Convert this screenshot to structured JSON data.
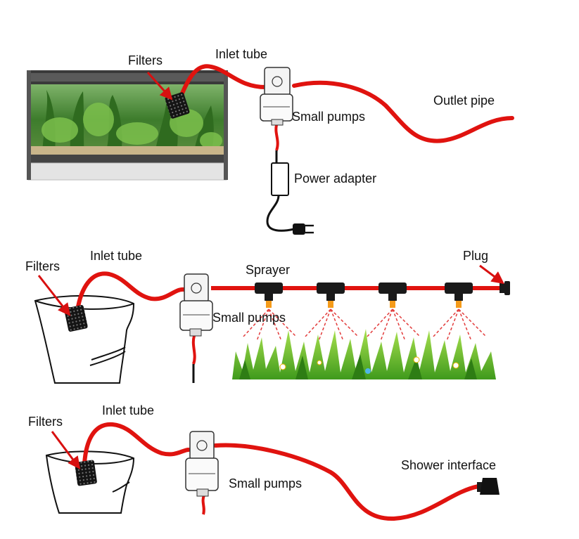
{
  "colors": {
    "tube": "#e0130f",
    "arrow": "#d81010",
    "outline": "#222222",
    "grass_dark": "#3f9a1c",
    "grass_light": "#8fd13a",
    "water_spray": "#e23b3b",
    "cable": "#111111"
  },
  "panel1": {
    "filters_label": "Filters",
    "inlet_label": "Inlet tube",
    "pump_label": "Small pumps",
    "outlet_label": "Outlet pipe",
    "adapter_label": "Power adapter"
  },
  "panel2": {
    "filters_label": "Filters",
    "inlet_label": "Inlet tube",
    "sprayer_label": "Sprayer",
    "plug_label": "Plug",
    "pump_label": "Small pumps"
  },
  "panel3": {
    "filters_label": "Filters",
    "inlet_label": "Inlet tube",
    "pump_label": "Small pumps",
    "shower_label": "Shower interface"
  },
  "icons": [
    "aquarium-icon",
    "bucket-icon",
    "filter-icon",
    "pump-icon",
    "power-adapter-icon",
    "electric-plug-icon",
    "sprayer-icon",
    "grass-icon",
    "shower-interface-icon"
  ]
}
